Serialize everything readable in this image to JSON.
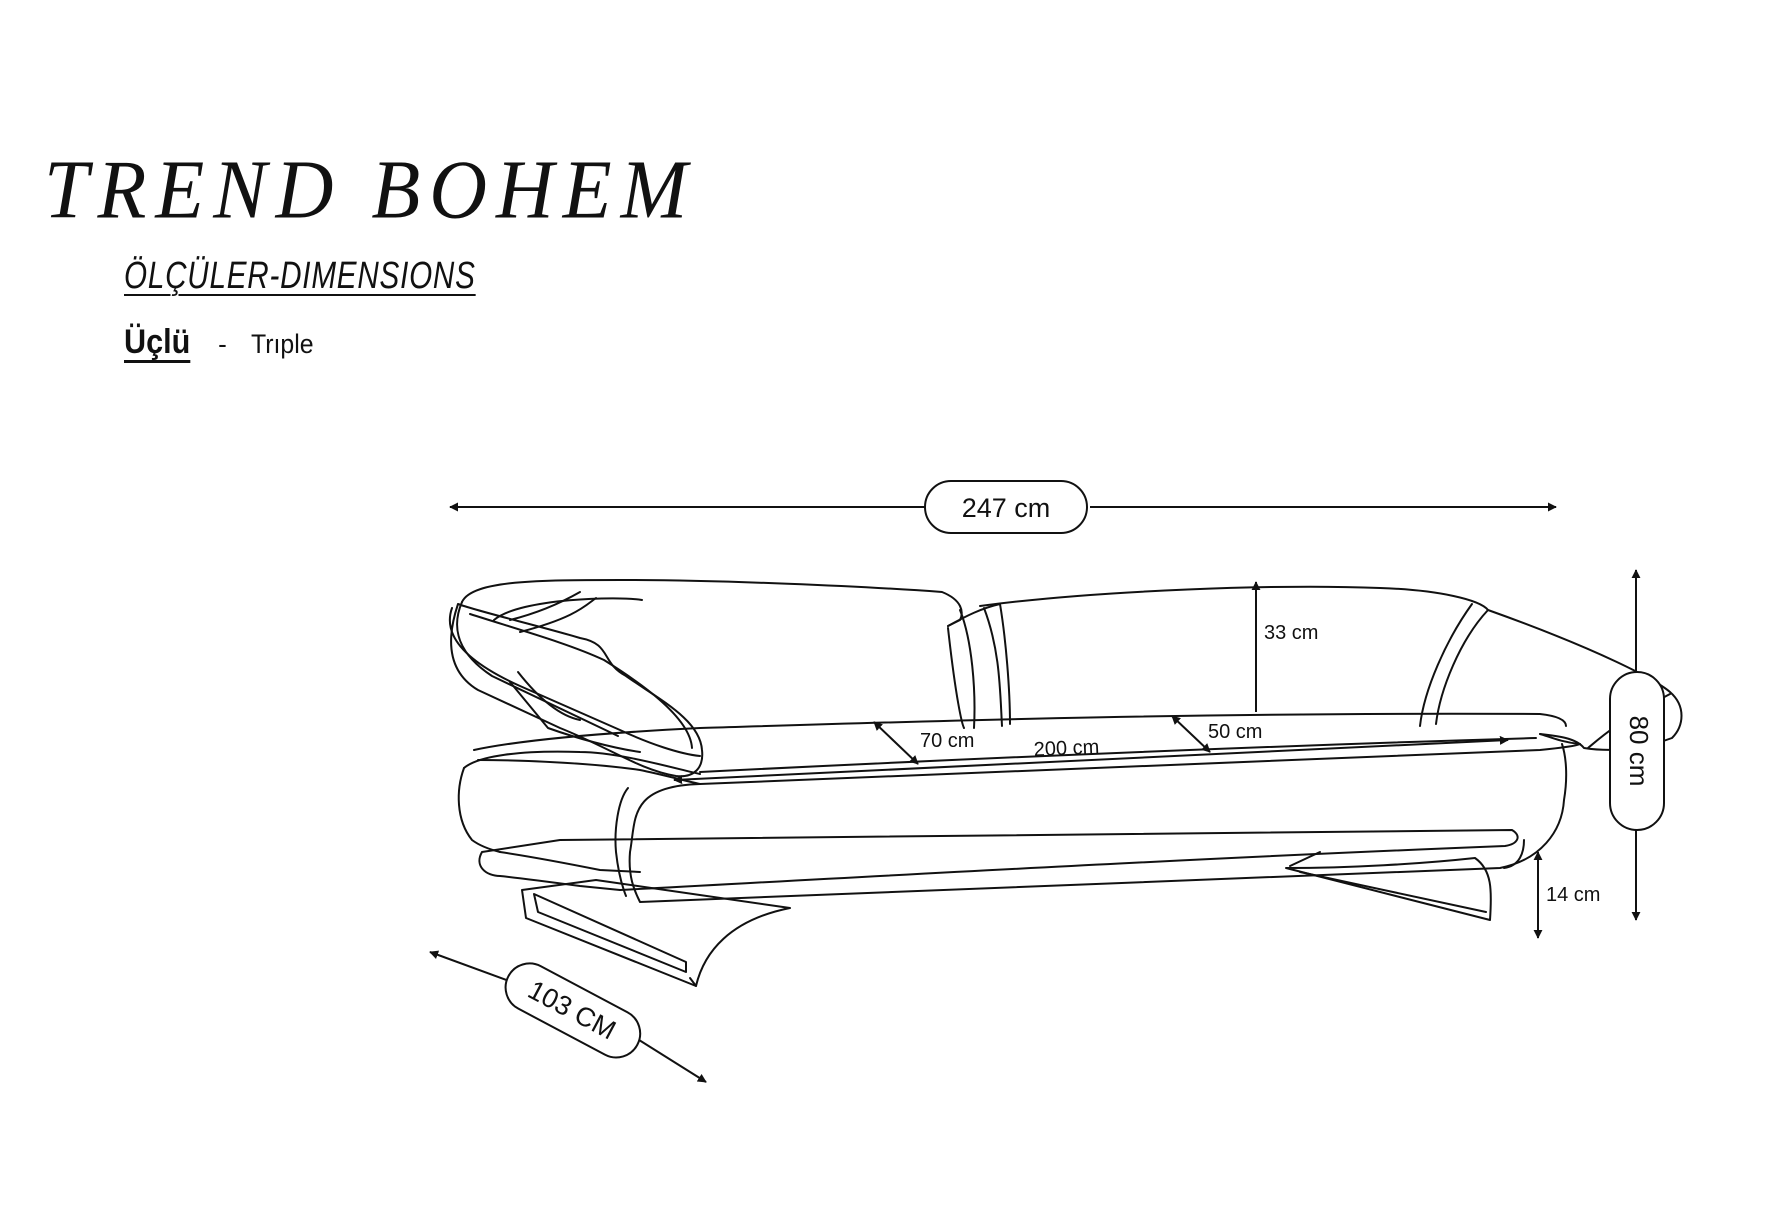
{
  "header": {
    "brand": "TREND BOHEM",
    "subtitle": "ÖLÇÜLER-DIMENSIONS",
    "model_tr": "Üçlü",
    "separator": "-",
    "model_en": "Trıple"
  },
  "dimensions": {
    "overall_width": "247 cm",
    "overall_height": "80 cm",
    "depth": "103 CM",
    "leg_height": "14 cm",
    "seat_width": "200 cm",
    "seat_depth": "70 cm",
    "back_cushion_depth": "50 cm",
    "back_height": "33 cm"
  }
}
